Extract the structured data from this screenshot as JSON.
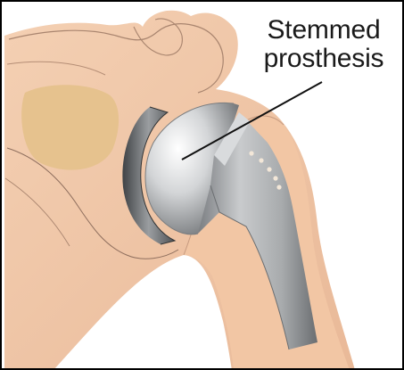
{
  "callout": {
    "line1": "Stemmed",
    "line2": "prosthesis"
  },
  "colors": {
    "bone": "#f1c7a6",
    "bone_shadow": "#e3b292",
    "bone_outline": "#9e7c6a",
    "glenoid_tan": "#e8c48e",
    "metal_light": "#f4f4f4",
    "metal_mid": "#b7b9bb",
    "metal_dark": "#5e6164",
    "leader_line": "#111111",
    "frame": "#000000"
  },
  "components": [
    "shoulder-bone",
    "glenoid-implant",
    "humeral-head-implant",
    "stem-implant"
  ]
}
